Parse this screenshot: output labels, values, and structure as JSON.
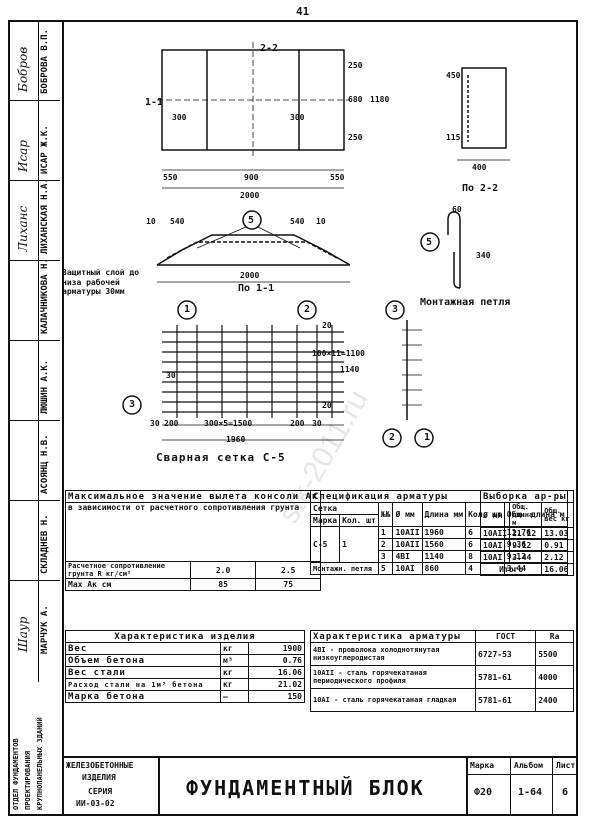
{
  "page_number": "41",
  "stamp": {
    "title": "ФУНДАМЕНТНЫЙ БЛОК",
    "left_line1": "ЖЕЛЕЗОБЕТОННЫЕ",
    "left_line2": "ИЗДЕЛИЯ",
    "left_line3": "СЕРИЯ",
    "left_line4": "ИИ-03-02",
    "marka_label": "Марка",
    "marka_value": "Ф20",
    "album_label": "Альбом",
    "album_value": "1-64",
    "sheet_label": "Лист",
    "sheet_value": "6"
  },
  "left_strip": {
    "names": [
      "БОБРОВА В.П.",
      "ИСАР Ж.К.",
      "ЛИХАНСКАЯ Н.А.",
      "КАЛАЧНИКОВА Н.",
      "ЛЮШИН А.К.",
      "АСОЯНЦ Н.В.",
      "СКЛАДНЕВ Н.",
      "МАРЧУК А."
    ],
    "signatures": [
      "Бобров",
      "Исар",
      "Лиханс",
      "",
      "",
      "",
      "",
      "Шаур"
    ],
    "org": "ОТДЕЛ ФУНДАМЕНТОВ",
    "org2": "ПРОЕКТИРОВАНИЯ",
    "org3": "КРУПНОПАНЕЛЬНЫХ ЗДАНИЙ"
  },
  "drawings": {
    "plan_dims": [
      "550",
      "900",
      "550",
      "2000",
      "300",
      "300",
      "250",
      "680",
      "250",
      "1180"
    ],
    "section22_dims": [
      "450",
      "115",
      "400"
    ],
    "section22_label": "По 2-2",
    "section11_dims": [
      "10",
      "540",
      "540",
      "10",
      "2000"
    ],
    "section11_label": "По 1-1",
    "callout_5": "5",
    "protective_note": "Защитный слой до низа рабочей арматуры 30мм",
    "loop_dims": [
      "60",
      "340"
    ],
    "loop_label": "Монтажная петля",
    "mesh_dims": [
      "30",
      "200",
      "300×5=1500",
      "200",
      "30",
      "1960",
      "20",
      "100×11=1100",
      "20",
      "1140",
      "30"
    ],
    "mesh_label": "Сварная сетка С-5",
    "callouts": [
      "1",
      "2",
      "3",
      "1",
      "2",
      "3",
      "1-1",
      "2-2"
    ]
  },
  "console_table": {
    "title": "Максимальное значение вылета консоли Aк",
    "subtitle": "в зависимости от расчетного сопротивления грунта",
    "row1_label": "Расчетное сопротивление грунта R кг/см²",
    "row1_values": [
      "2.0",
      "2.5"
    ],
    "row2_label": "Max Aк  см",
    "row2_values": [
      "85",
      "75"
    ]
  },
  "spec_table": {
    "title": "Спецификация арматуры",
    "headers": [
      "Сетка",
      "№№",
      "Ø мм",
      "Длина мм",
      "Кол. шт",
      "Общ. длина м"
    ],
    "subheaders": [
      "Марка",
      "Кол. шт"
    ],
    "rows": [
      [
        "С-5",
        "1",
        "1",
        "10АII",
        "1960",
        "6",
        "11.76"
      ],
      [
        "",
        "",
        "2",
        "10АII",
        "1560",
        "6",
        "9.36"
      ],
      [
        "",
        "",
        "3",
        "4ВI",
        "1140",
        "8",
        "9.12"
      ]
    ],
    "loop_row": [
      "Монтажн. петля",
      "5",
      "10АI",
      "860",
      "4",
      "3.44"
    ]
  },
  "sample_table": {
    "title": "Выборка ар-ры",
    "headers": [
      "Ø мм",
      "Общ. длина м",
      "Общ. вес кг"
    ],
    "rows": [
      [
        "10АII",
        "21.12",
        "13.03"
      ],
      [
        "10АI",
        "9.12",
        "0.91"
      ],
      [
        "10АI",
        "3.44",
        "2.12"
      ]
    ],
    "total_label": "Итого",
    "total_value": "16.06"
  },
  "product_table": {
    "title": "Характеристика изделия",
    "rows": [
      [
        "Вес",
        "кг",
        "1900"
      ],
      [
        "Объем бетона",
        "м³",
        "0.76"
      ],
      [
        "Вес стали",
        "кг",
        "16.06"
      ],
      [
        "Расход стали на 1м³ бетона",
        "кг",
        "21.02"
      ],
      [
        "Марка бетона",
        "—",
        "150"
      ]
    ]
  },
  "rebar_table": {
    "title": "Характеристика арматуры",
    "gost_label": "ГОСТ",
    "ra_label": "Rа",
    "rows": [
      [
        "4ВI - проволока холоднотянутая низкоуглеродистая",
        "6727-53",
        "5500"
      ],
      [
        "10АII - сталь горячекатаная периодического профиля",
        "5781-61",
        "4000"
      ],
      [
        "10АI - сталь горячекатаная гладкая",
        "5781-61",
        "2400"
      ]
    ]
  }
}
